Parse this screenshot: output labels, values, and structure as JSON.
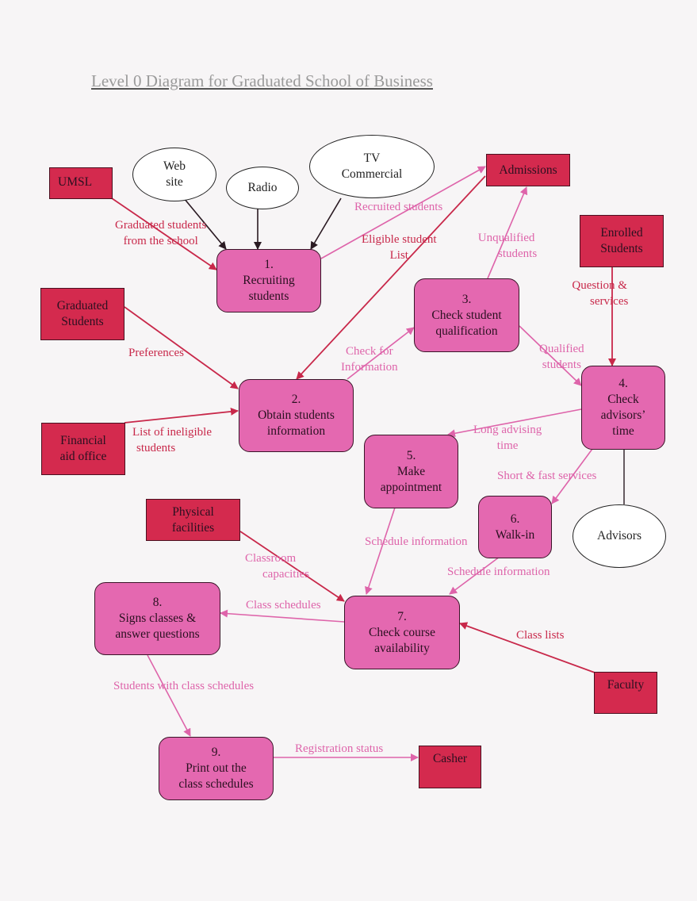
{
  "title": "Level 0 Diagram for Graduated School of Business",
  "colors": {
    "entity": "#d42a4e",
    "process": "#e468b0",
    "red_flow": "#c8284a",
    "pink_flow": "#de64aa",
    "source_arrow": "#2a1a22"
  },
  "entities": {
    "umsl": "UMSL",
    "admissions": "Admissions",
    "graduated": [
      "Graduated",
      "Students"
    ],
    "enrolled": [
      "Enrolled",
      "Students"
    ],
    "financial": [
      "Financial",
      "aid office"
    ],
    "physical": [
      "Physical",
      "facilities"
    ],
    "faculty": "Faculty",
    "casher": "Casher"
  },
  "sources": {
    "website": [
      "Web",
      "site"
    ],
    "radio": "Radio",
    "tv": [
      "TV",
      "Commercial"
    ],
    "advisors": "Advisors"
  },
  "processes": {
    "p1": {
      "num": "1.",
      "label": [
        "Recruiting",
        "students"
      ]
    },
    "p2": {
      "num": "2.",
      "label": [
        "Obtain students",
        "information"
      ]
    },
    "p3": {
      "num": "3.",
      "label": [
        "Check student",
        "qualification"
      ]
    },
    "p4": {
      "num": "4.",
      "label": [
        "Check",
        "advisors’",
        "time"
      ]
    },
    "p5": {
      "num": "5.",
      "label": [
        "Make",
        "appointment"
      ]
    },
    "p6": {
      "num": "6.",
      "label": [
        "Walk-in"
      ]
    },
    "p7": {
      "num": "7.",
      "label": [
        "Check course",
        "availability"
      ]
    },
    "p8": {
      "num": "8.",
      "label": [
        "Signs classes &",
        "answer questions"
      ]
    },
    "p9": {
      "num": "9.",
      "label": [
        "Print out the",
        "class schedules"
      ]
    }
  },
  "flows": {
    "graduated_from_school": [
      "Graduated students",
      "from the school"
    ],
    "recruited": "Recruited students",
    "eligible": [
      "Eligible student",
      "List"
    ],
    "unqualified": [
      "Unqualified",
      "students"
    ],
    "question_services": [
      "Question &",
      "services"
    ],
    "preferences": "Preferences",
    "check_info": [
      "Check for",
      "Information"
    ],
    "qualified": [
      "Qualified",
      "students"
    ],
    "ineligible": [
      "List of ineligible",
      "students"
    ],
    "long_advising": [
      "Long advising",
      "time"
    ],
    "short_fast": "Short & fast services",
    "schedule_info_5": "Schedule information",
    "schedule_info_6": "Schedule information",
    "classroom_capacities": [
      "Classroom",
      "capacities"
    ],
    "class_schedules": "Class schedules",
    "class_lists": "Class lists",
    "students_with_schedules": "Students with class schedules",
    "registration_status": "Registration status"
  }
}
